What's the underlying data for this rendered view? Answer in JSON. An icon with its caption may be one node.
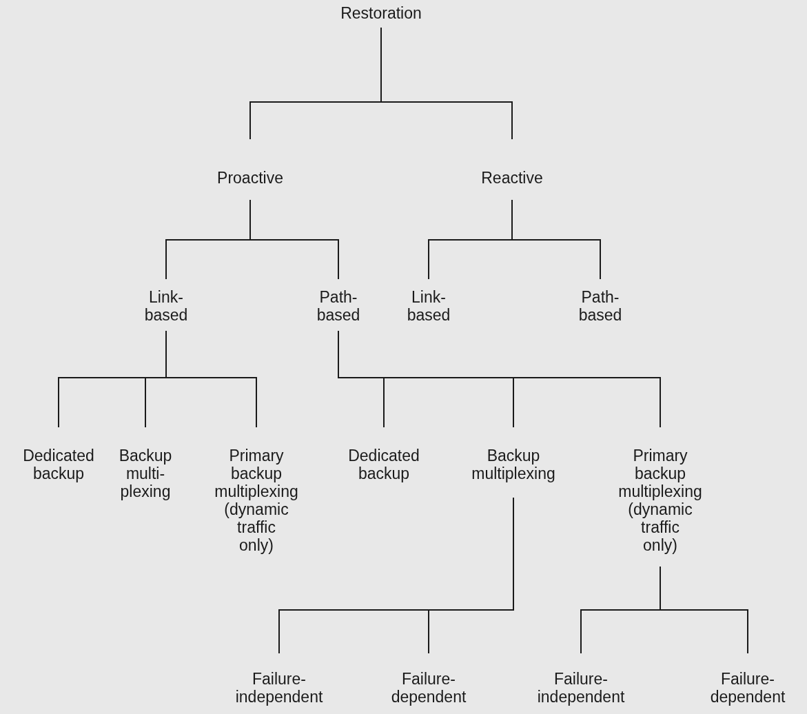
{
  "diagram": {
    "nodes": [
      {
        "text": [
          "Restoration"
        ]
      },
      {
        "text": [
          "Proactive"
        ]
      },
      {
        "text": [
          "Reactive"
        ]
      },
      {
        "text": [
          "Link- based"
        ]
      },
      {
        "text": [
          "Path- based"
        ]
      },
      {
        "text": [
          "Link- based"
        ]
      },
      {
        "text": [
          "Path- based"
        ]
      },
      {
        "text": [
          "Dedicated backup"
        ]
      },
      {
        "text": [
          "Backup multi- plexing"
        ]
      },
      {
        "text": [
          "Primary backup multiplexing (dynamic traffic only)"
        ]
      },
      {
        "text": [
          "Dedicated backup"
        ]
      },
      {
        "text": [
          "Backup multiplexing"
        ]
      },
      {
        "text": [
          "Primary backup multiplexing (dynamic traffic only)"
        ]
      },
      {
        "text": [
          "Failure- independent"
        ]
      },
      {
        "text": [
          "Failure- dependent"
        ]
      },
      {
        "text": [
          "Failure- independent"
        ]
      },
      {
        "text": [
          "Failure- dependent"
        ]
      }
    ],
    "edges": [
      {
        "from": 0,
        "to": 1,
        "arrow": "none"
      },
      {
        "from": 0,
        "to": 2,
        "arrow": "none"
      },
      {
        "from": 1,
        "to": 3,
        "arrow": "none"
      },
      {
        "from": 1,
        "to": 4,
        "arrow": "none"
      },
      {
        "from": 2,
        "to": 5,
        "arrow": "none"
      },
      {
        "from": 2,
        "to": 6,
        "arrow": "none"
      },
      {
        "from": 3,
        "to": 7,
        "arrow": "none"
      },
      {
        "from": 3,
        "to": 8,
        "arrow": "none"
      },
      {
        "from": 3,
        "to": 9,
        "arrow": "none"
      },
      {
        "from": 4,
        "to": 10,
        "arrow": "none"
      },
      {
        "from": 4,
        "to": 11,
        "arrow": "none"
      },
      {
        "from": 4,
        "to": 12,
        "arrow": "none"
      },
      {
        "from": 11,
        "to": 13,
        "arrow": "none"
      },
      {
        "from": 11,
        "to": 14,
        "arrow": "none"
      },
      {
        "from": 12,
        "to": 15,
        "arrow": "none"
      },
      {
        "from": 12,
        "to": 16,
        "arrow": "none"
      }
    ]
  }
}
